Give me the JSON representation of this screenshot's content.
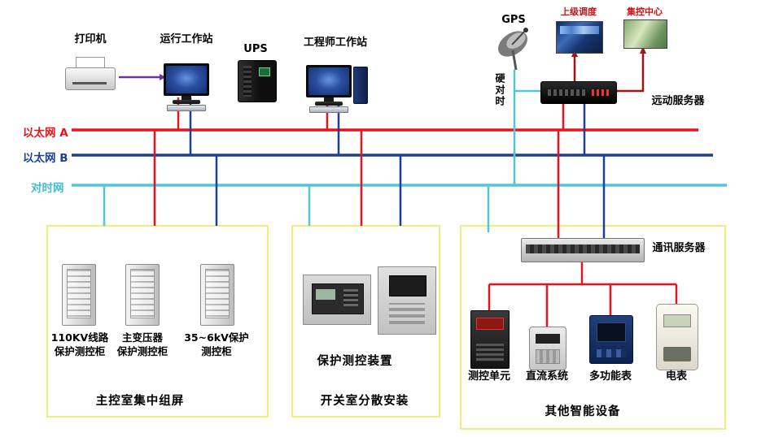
{
  "top": {
    "printer_label": "打印机",
    "operator_ws_label": "运行工作站",
    "ups_label": "UPS",
    "engineer_ws_label": "工程师工作站",
    "gps_label": "GPS",
    "hard_timesync_label": "硬对时",
    "upper_dispatch_label": "上级调度",
    "control_center_label": "集控中心",
    "telemetry_server_label": "远动服务器"
  },
  "buses": {
    "ethernet_a_label": "以太网 A",
    "ethernet_b_label": "以太网 B",
    "timesync_label": "对时网",
    "ethernet_a_color": "#e8131b",
    "ethernet_b_color": "#1d3f94",
    "timesync_color": "#53c6d6"
  },
  "main_control_room": {
    "cabinets": [
      {
        "label": "110KV线路\n保护测控柜"
      },
      {
        "label": "主变压器\n保护测控柜"
      },
      {
        "label": "35~6kV保护\n测控柜"
      }
    ],
    "title": "主控室集中组屏"
  },
  "switch_room": {
    "device_label": "保护测控装置",
    "title": "开关室分散安装"
  },
  "smart_devices": {
    "comm_server_label": "通讯服务器",
    "items": [
      {
        "label": "测控单元"
      },
      {
        "label": "直流系统"
      },
      {
        "label": "多功能表"
      },
      {
        "label": "电表"
      }
    ],
    "title": "其他智能设备"
  }
}
